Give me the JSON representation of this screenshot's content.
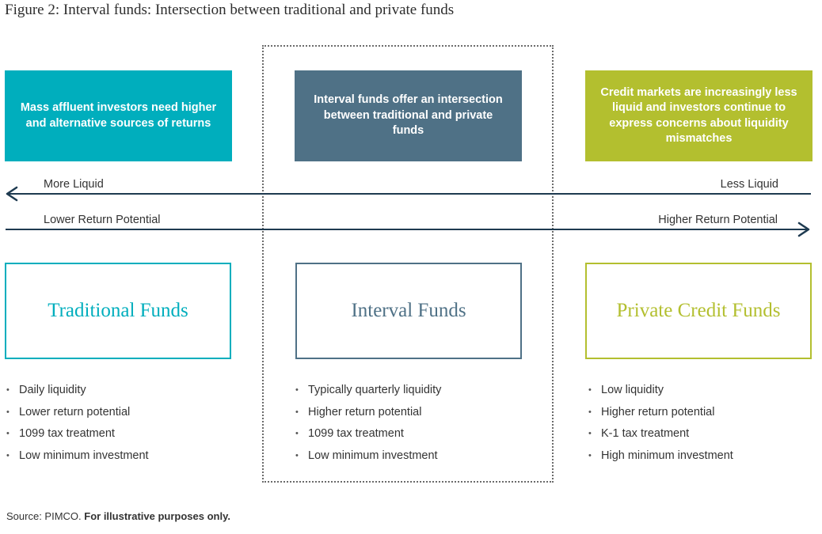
{
  "figure_title": "Figure 2: Interval funds: Intersection between traditional and private funds",
  "top_boxes": {
    "left": "Mass affluent investors need higher and alternative sources of returns",
    "middle": "Interval funds offer an intersection between traditional and private funds",
    "right": "Credit markets are increasingly less liquid and investors continue to express concerns about liquidity mismatches"
  },
  "axes": {
    "liquidity_left": "More Liquid",
    "liquidity_right": "Less Liquid",
    "return_left": "Lower Return Potential",
    "return_right": "Higher Return Potential"
  },
  "funds": [
    {
      "name": "Traditional Funds",
      "features": [
        "Daily liquidity",
        "Lower return potential",
        "1099 tax treatment",
        "Low minimum investment"
      ]
    },
    {
      "name": "Interval Funds",
      "features": [
        "Typically quarterly liquidity",
        "Higher return potential",
        "1099 tax treatment",
        "Low minimum investment"
      ]
    },
    {
      "name": "Private Credit Funds",
      "features": [
        "Low liquidity",
        "Higher return potential",
        "K-1 tax treatment",
        "High minimum investment"
      ]
    }
  ],
  "source": {
    "text": "Source: PIMCO.",
    "bold": "For illustrative purposes only."
  },
  "colors": {
    "traditional": "#00aebd",
    "interval": "#4f7186",
    "private": "#b3bf2f",
    "arrow": "#1e3a50"
  }
}
